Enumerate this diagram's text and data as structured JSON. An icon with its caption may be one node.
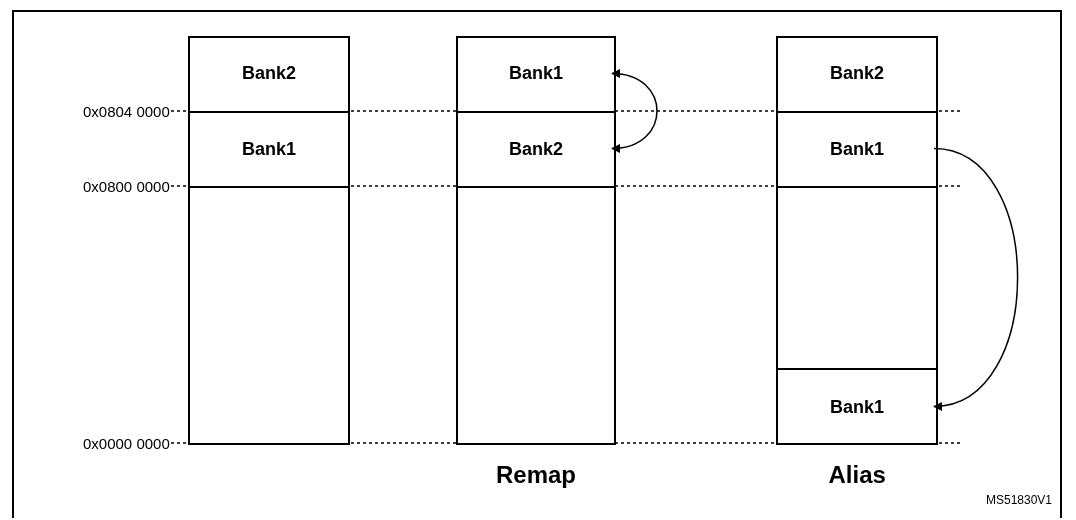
{
  "diagram": {
    "nodes": [
      {
        "text": [],
        "shape": "box"
      },
      {
        "text": [
          "Bank2"
        ],
        "in": 0
      },
      {
        "text": [
          "Bank1"
        ],
        "in": 0
      },
      {
        "text": [],
        "shape": "box",
        "in": 0
      },
      {
        "text": [
          "Remap"
        ]
      },
      {
        "text": [
          "Bank1"
        ],
        "in": 4
      },
      {
        "text": [
          "Bank2"
        ],
        "in": 4
      },
      {
        "text": [],
        "shape": "box",
        "in": 4
      },
      {
        "text": [
          "Alias"
        ]
      },
      {
        "text": [
          "Bank2"
        ],
        "in": 8
      },
      {
        "text": [
          "Bank1"
        ],
        "in": 8
      },
      {
        "text": [],
        "shape": "box",
        "in": 8
      },
      {
        "text": [
          "Bank1"
        ],
        "in": 8
      }
    ],
    "edges": [
      {
        "from": 5,
        "to": 6,
        "arrow": "both"
      },
      {
        "from": 10,
        "to": 12,
        "arrow": "to"
      }
    ],
    "labels": [
      "0x0804 0000",
      "0x0800 0000",
      "0x0000 0000",
      "MS51830V1"
    ]
  }
}
